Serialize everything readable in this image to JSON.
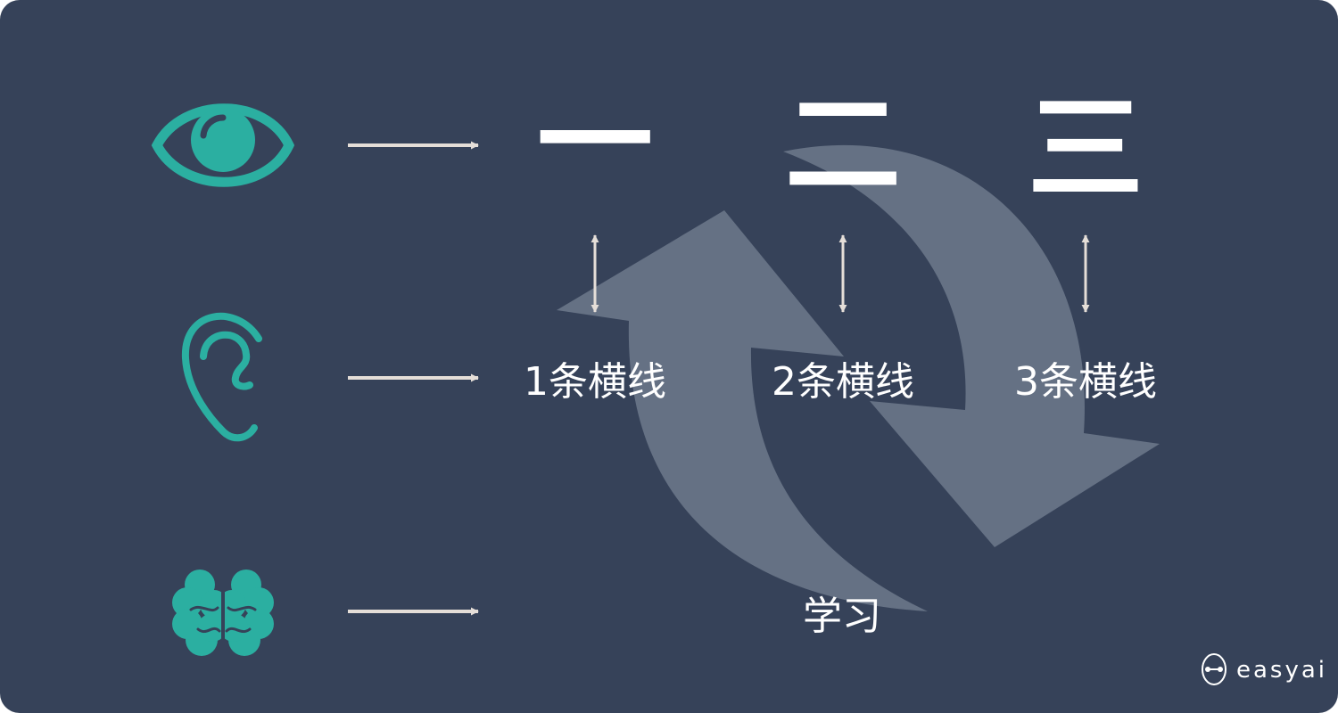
{
  "colors": {
    "background": "#364259",
    "icon": "#2BAFA1",
    "arrow": "#E5DED8",
    "cycle": "#657184",
    "text": "#FFFFFF"
  },
  "icons": {
    "eye": "eye-icon",
    "ear": "ear-icon",
    "brain": "brain-icon",
    "logo": "robot-face-icon"
  },
  "characters": [
    "一",
    "二",
    "三"
  ],
  "stroke_labels": [
    "1条横线",
    "2条横线",
    "3条横线"
  ],
  "cycle_label": "学习",
  "brand": "easyai"
}
